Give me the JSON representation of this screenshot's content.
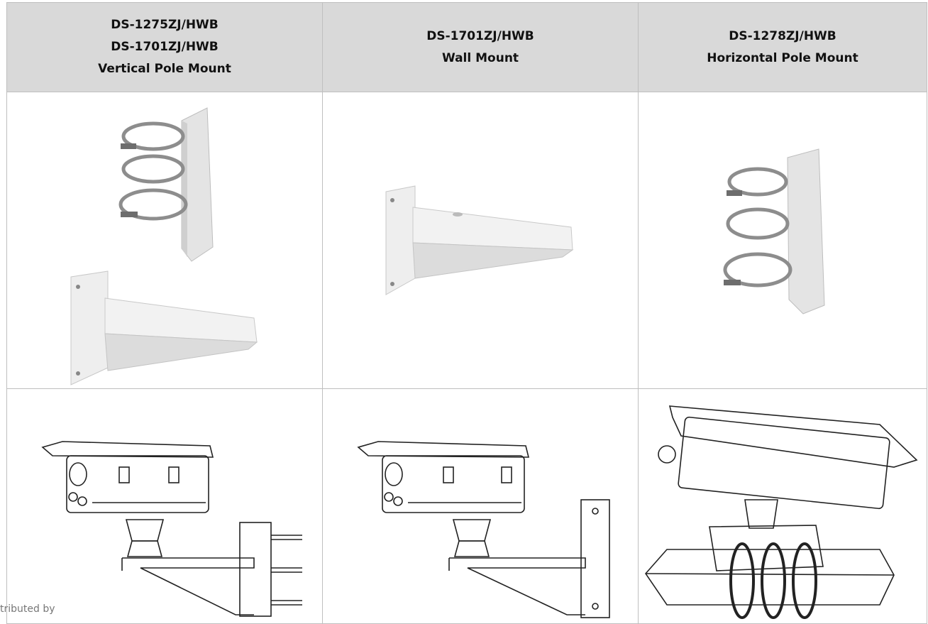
{
  "columns": [
    {
      "lines": [
        "DS-1275ZJ/HWB",
        "DS-1701ZJ/HWB",
        "Vertical Pole Mount"
      ]
    },
    {
      "lines": [
        "DS-1701ZJ/HWB",
        "Wall Mount"
      ]
    },
    {
      "lines": [
        "DS-1278ZJ/HWB",
        "Horizontal Pole Mount"
      ]
    }
  ],
  "footer": {
    "text": "tributed by"
  },
  "colors": {
    "header_bg": "#d9d9d9",
    "border": "#bfbfbf",
    "metal": "#e6e6e6"
  }
}
